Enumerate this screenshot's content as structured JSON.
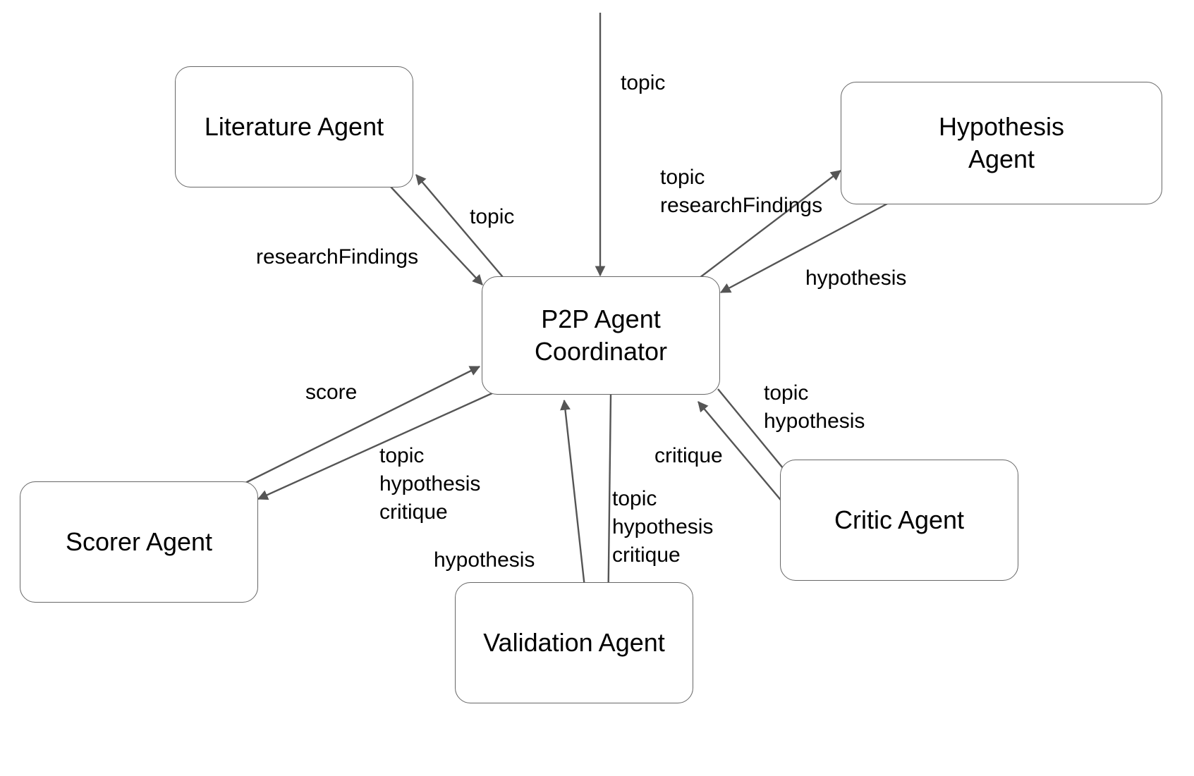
{
  "diagram": {
    "type": "agent-communication-graph",
    "title": "P2P Agent Coordinator",
    "background_color": "#ffffff",
    "node_border_color": "#676767",
    "edge_color": "#555555",
    "text_color": "#000000"
  },
  "nodes": [
    {
      "id": "coordinator",
      "label": "P2P Agent\nCoordinator"
    },
    {
      "id": "literature",
      "label": "Literature Agent"
    },
    {
      "id": "hypothesis",
      "label": "Hypothesis\nAgent"
    },
    {
      "id": "scorer",
      "label": "Scorer Agent"
    },
    {
      "id": "validation",
      "label": "Validation Agent"
    },
    {
      "id": "critic",
      "label": "Critic Agent"
    }
  ],
  "edges": [
    {
      "id": "external-topic",
      "from": "external",
      "to": "coordinator",
      "label": "topic"
    },
    {
      "id": "coord-to-literature",
      "from": "coordinator",
      "to": "literature",
      "label": "topic"
    },
    {
      "id": "literature-to-coord",
      "from": "literature",
      "to": "coordinator",
      "label": "researchFindings"
    },
    {
      "id": "coord-to-hypothesis",
      "from": "coordinator",
      "to": "hypothesis",
      "label": "topic\nresearchFindings"
    },
    {
      "id": "hypothesis-to-coord",
      "from": "hypothesis",
      "to": "coordinator",
      "label": "hypothesis"
    },
    {
      "id": "scorer-to-coord",
      "from": "scorer",
      "to": "coordinator",
      "label": "score"
    },
    {
      "id": "coord-to-scorer",
      "from": "coordinator",
      "to": "scorer",
      "label": "topic\nhypothesis\ncritique"
    },
    {
      "id": "validation-to-coord",
      "from": "validation",
      "to": "coordinator",
      "label": "hypothesis"
    },
    {
      "id": "coord-to-validation",
      "from": "coordinator",
      "to": "validation",
      "label": "topic\nhypothesis\ncritique"
    },
    {
      "id": "critic-to-coord",
      "from": "critic",
      "to": "coordinator",
      "label": "critique"
    },
    {
      "id": "coord-to-critic",
      "from": "coordinator",
      "to": "critic",
      "label": "topic\nhypothesis"
    }
  ],
  "labels": {
    "external_topic": "topic",
    "coord_to_literature": "topic",
    "literature_to_coord": "researchFindings",
    "coord_to_hypothesis": "topic\nresearchFindings",
    "hypothesis_to_coord": "hypothesis",
    "scorer_to_coord": "score",
    "coord_to_scorer": "topic\nhypothesis\ncritique",
    "validation_to_coord": "hypothesis",
    "coord_to_validation": "topic\nhypothesis\ncritique",
    "critic_to_coord": "critique",
    "coord_to_critic": "topic\nhypothesis"
  }
}
